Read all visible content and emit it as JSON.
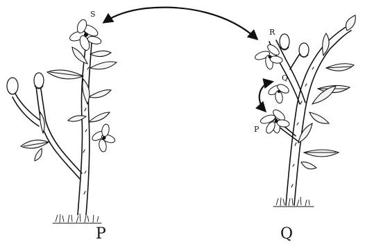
{
  "plants": {
    "left": {
      "caption": "P",
      "flower_label": "S"
    },
    "right": {
      "caption": "Q",
      "flower_labels": {
        "top": "R",
        "middle": "Q",
        "bottom": "P"
      }
    }
  }
}
